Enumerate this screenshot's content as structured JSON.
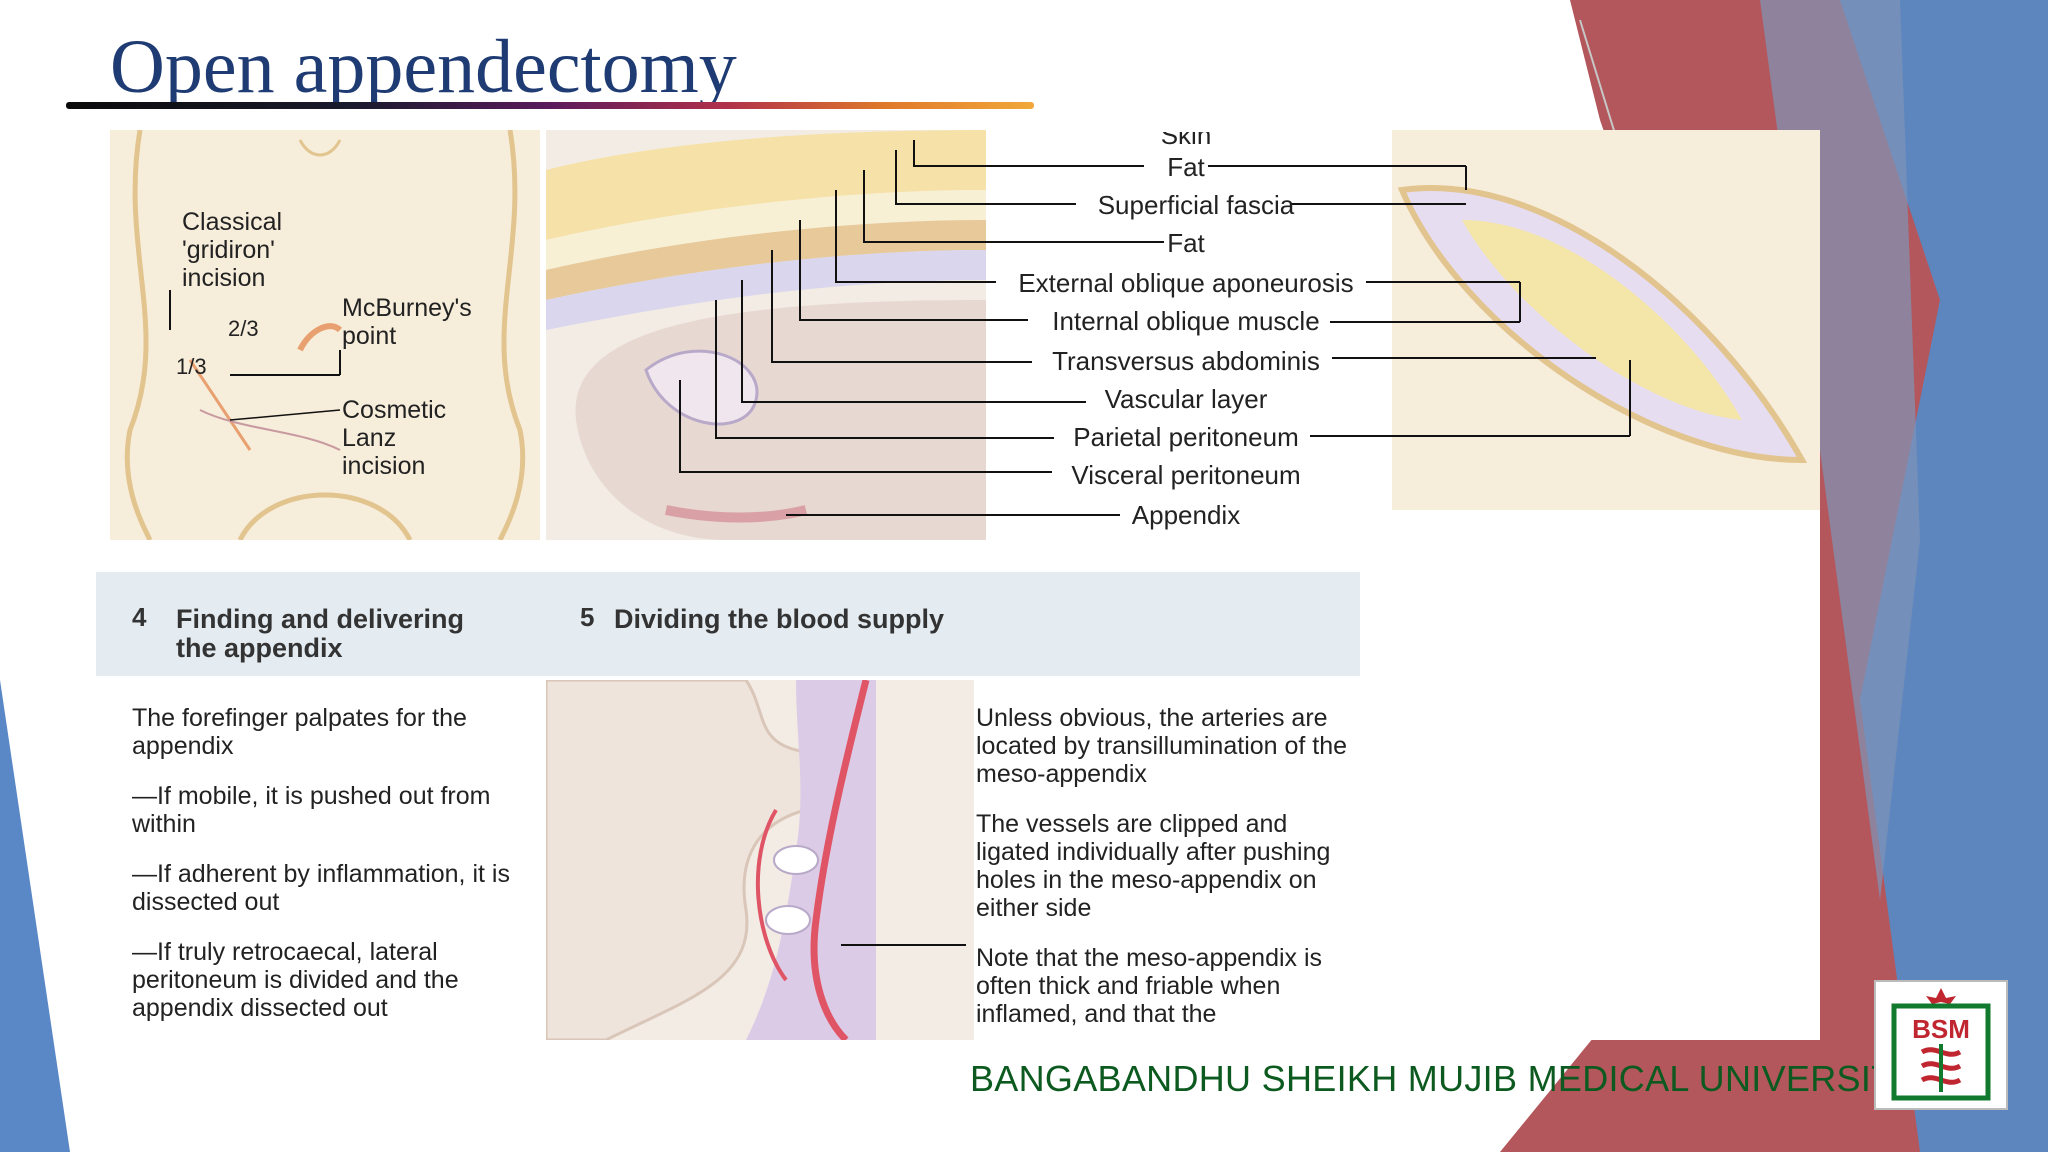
{
  "slide": {
    "title": "Open appendectomy",
    "footer": "BANGABANDHU SHEIKH MUJIB MEDICAL UNIVERSITY",
    "logo_text": "BSM"
  },
  "incision_panel": {
    "classical": "Classical\n'gridiron'\nincision",
    "two_thirds": "2/3",
    "one_third": "1/3",
    "mcburney": "McBurney's\npoint",
    "lanz": "Cosmetic\nLanz\nincision"
  },
  "layers": [
    "Skin",
    "Fat",
    "Superficial fascia",
    "Fat",
    "External oblique aponeurosis",
    "Internal oblique muscle",
    "Transversus abdominis",
    "Vascular layer",
    "Parietal peritoneum",
    "Visceral peritoneum",
    "Appendix"
  ],
  "step4": {
    "number": "4",
    "title": "Finding and delivering\nthe appendix",
    "paragraphs": [
      "The forefinger palpates for the appendix",
      "—If mobile, it is pushed out from within",
      "—If adherent by inflammation, it is dissected out",
      "—If truly retrocaecal, lateral peritoneum is divided and the appendix dissected out"
    ]
  },
  "step5": {
    "number": "5",
    "title": "Dividing the blood supply",
    "paragraphs": [
      "Unless obvious, the arteries are located by transillumination of the meso-appendix",
      "The vessels are clipped and ligated individually after pushing holes in the meso-appendix on either side",
      "Note that the meso-appendix is often thick and friable when inflamed, and that the"
    ]
  },
  "colors": {
    "title": "#1f3b73",
    "footer": "#0c5a1f",
    "blue": "#5b7fb8",
    "red": "#b0474f",
    "skin": "#f5ead6"
  }
}
